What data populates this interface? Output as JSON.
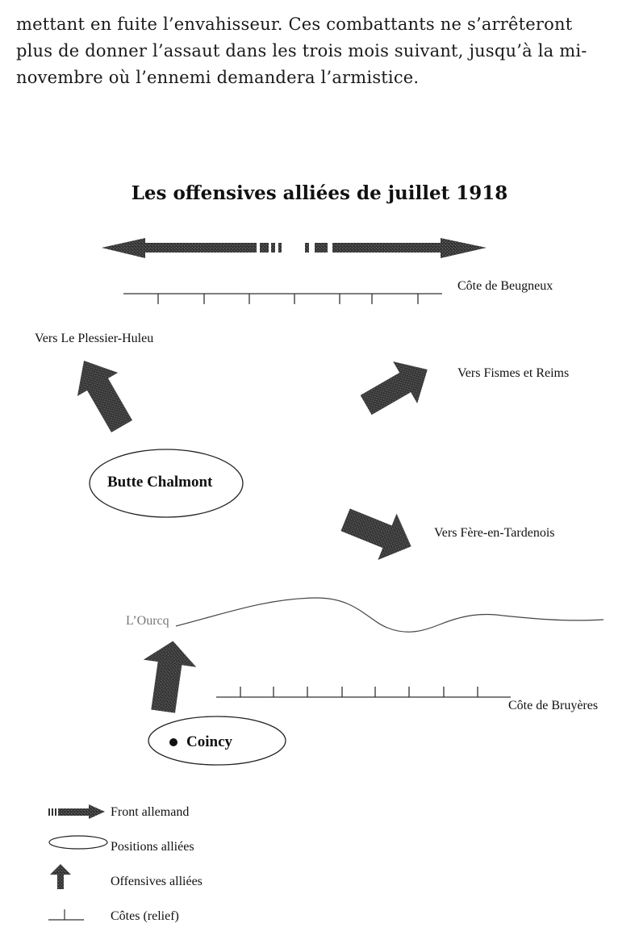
{
  "intro_text": [
    "mettant en fuite l’envahisseur. Ces combattants ne s’arrêteront",
    "plus de donner l’assaut dans les trois mois suivant, jusqu’à la mi-",
    "novembre où l’ennemi demandera l’armistice."
  ],
  "title": "Les offensives alliées de juillet 1918",
  "labels": {
    "cote_beugneux": "Côte de Beugneux",
    "vers_plessier": "Vers Le Plessier-Huleu",
    "vers_fismes": "Vers Fismes et Reims",
    "vers_fere": "Vers Fère-en-Tardenois",
    "ourcq": "L’Ourcq",
    "cote_bruyeres": "Côte de Bruyères"
  },
  "places": {
    "butte": "Butte Chalmont",
    "coincy": "Coincy"
  },
  "legend": {
    "front": "Front allemand",
    "positions": "Positions alliées",
    "offensives": "Offensives alliées",
    "cotes": "Côtes (relief)"
  }
}
